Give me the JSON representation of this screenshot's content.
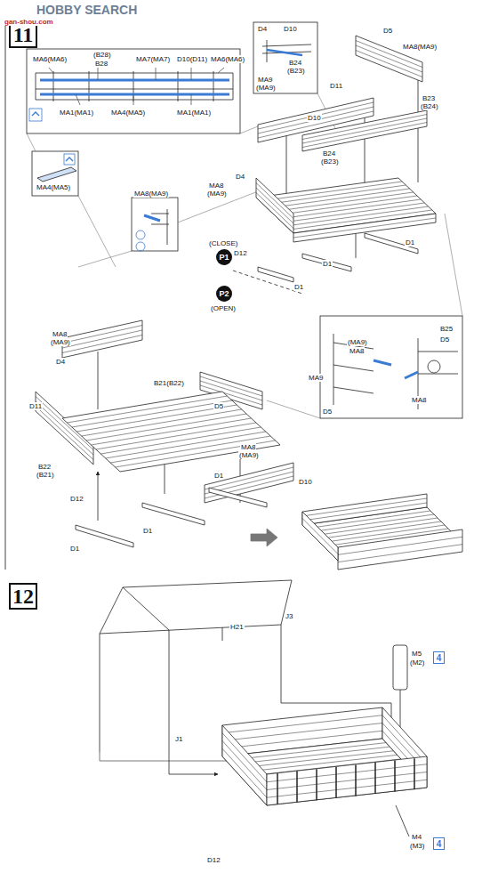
{
  "diagram": {
    "nodes": [
      {
        "text": [
          "11"
        ]
      },
      {
        "text": [
          "P1"
        ]
      },
      {
        "text": [
          "P2"
        ]
      },
      {
        "text": [
          "12"
        ]
      },
      {
        "text": [
          "4"
        ]
      },
      {
        "text": [
          "4"
        ]
      }
    ],
    "labels": [
      "HOBBY SEARCH",
      "gan-shou.com",
      "MA6(MA6)",
      "(B28)",
      "B28",
      "MA7(MA7)",
      "D10(D11)",
      "MA6(MA6)",
      "MA1(MA1)",
      "MA4(MA5)",
      "MA1(MA1)",
      "MA4(MA5)",
      "D4",
      "D10",
      "B24",
      "(B23)",
      "MA9",
      "(MA9)",
      "D5",
      "MA8(MA9)",
      "D11",
      "D10",
      "B23",
      "(B24)",
      "B24",
      "(B23)",
      "MA8",
      "(MA9)",
      "D4",
      "D12",
      "D1",
      "D1",
      "D1",
      "MA8(MA9)",
      "(CLOSE)",
      "(OPEN)",
      "MA8",
      "(MA9)",
      "D4",
      "B21(B22)",
      "D5",
      "MA8",
      "(MA9)",
      "D11",
      "B22",
      "(B21)",
      "D12",
      "D1",
      "D1",
      "D1",
      "D10",
      "(MA9)",
      "MA8",
      "B25",
      "D5",
      "MA9",
      "MA8",
      "D5",
      "H21",
      "J3",
      "J1",
      "M5",
      "(M2)",
      "M4",
      "(M3)",
      "D12"
    ]
  }
}
